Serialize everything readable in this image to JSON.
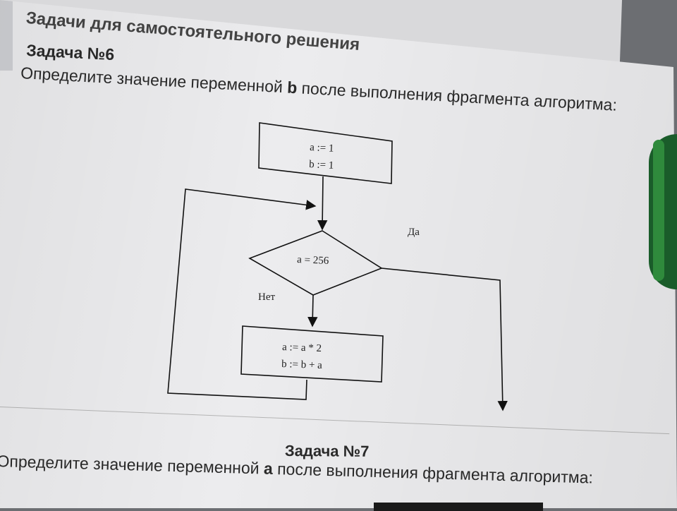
{
  "header": "Задачи для самостоятельного решения",
  "task6": {
    "title": "Задача №6",
    "question_before": "Определите значение переменной ",
    "question_var": "b",
    "question_after": " после выполнения фрагмента алгоритма:"
  },
  "flowchart": {
    "init_line1": "a := 1",
    "init_line2": "b := 1",
    "condition": "a = 256",
    "yes_label": "Да",
    "no_label": "Нет",
    "body_line1": "a := a * 2",
    "body_line2": "b := b + a"
  },
  "task7": {
    "title": "Задача №7",
    "question_before": "Определите значение переменной ",
    "question_var": "a",
    "question_after": " после выполнения фрагмента алгоритма:"
  }
}
